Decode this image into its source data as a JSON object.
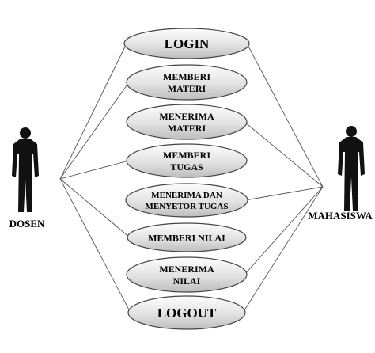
{
  "actors": {
    "left": {
      "label": "DOSEN",
      "icon": "person-silhouette-icon"
    },
    "right": {
      "label": "MAHASISWA",
      "icon": "person-silhouette-icon"
    }
  },
  "use_cases": [
    {
      "id": "login",
      "lines": [
        "LOGIN"
      ]
    },
    {
      "id": "memberi-materi",
      "lines": [
        "MEMBERI",
        "MATERI"
      ]
    },
    {
      "id": "menerima-materi",
      "lines": [
        "MENERIMA",
        "MATERI"
      ]
    },
    {
      "id": "memberi-tugas",
      "lines": [
        "MEMBERI",
        "TUGAS"
      ]
    },
    {
      "id": "menerima-dan-menyetor-tugas",
      "lines": [
        "MENERIMA DAN",
        "MENYETOR TUGAS"
      ]
    },
    {
      "id": "memberi-nilai",
      "lines": [
        "MEMBERI NILAI"
      ]
    },
    {
      "id": "menerima-nilai",
      "lines": [
        "MENERIMA",
        "NILAI"
      ]
    },
    {
      "id": "logout",
      "lines": [
        "LOGOUT"
      ]
    }
  ],
  "colors": {
    "ellipse_light": "#fdfdfd",
    "ellipse_dark": "#bdbdbd",
    "line": "#555555",
    "actor": "#111111"
  }
}
